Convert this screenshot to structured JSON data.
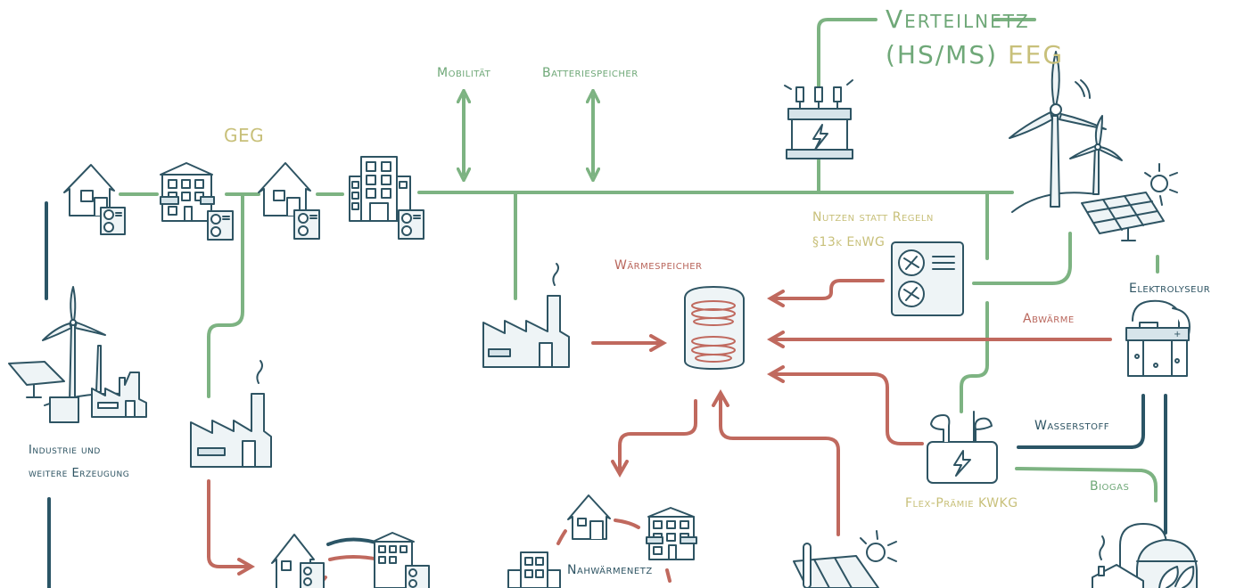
{
  "title_lines": {
    "line1": "Verteilnetz",
    "line2_part1": "(HS/MS)",
    "line2_part2": "EEG"
  },
  "labels": {
    "geg": "GEG",
    "mobilitaet": "Mobilität",
    "batteriespeicher": "Batteriespeicher",
    "nutzen_line1": "Nutzen statt Regeln",
    "nutzen_line2": "§13k EnWG",
    "waermespeicher": "Wärmespeicher",
    "abwaerme": "Abwärme",
    "elektrolyseur": "Elektrolyseur",
    "wasserstoff": "Wasserstoff",
    "biogas": "Biogas",
    "flex_praemie": "Flex-Prämie KWKG",
    "industrie_line1": "Industrie und",
    "industrie_line2": "weitere Erzeugung",
    "nahwaermenetz": "Nahwärmenetz"
  },
  "colors": {
    "electric_line": "#7db382",
    "heat_line": "#c0695e",
    "hydrogen_line": "#2b5566",
    "icon_stroke": "#2e5463",
    "icon_fill": "#d6e4ea",
    "label_yellow": "#c8c07a",
    "label_green": "#6fa878",
    "label_red": "#b9665c",
    "label_dark": "#2e5463"
  }
}
